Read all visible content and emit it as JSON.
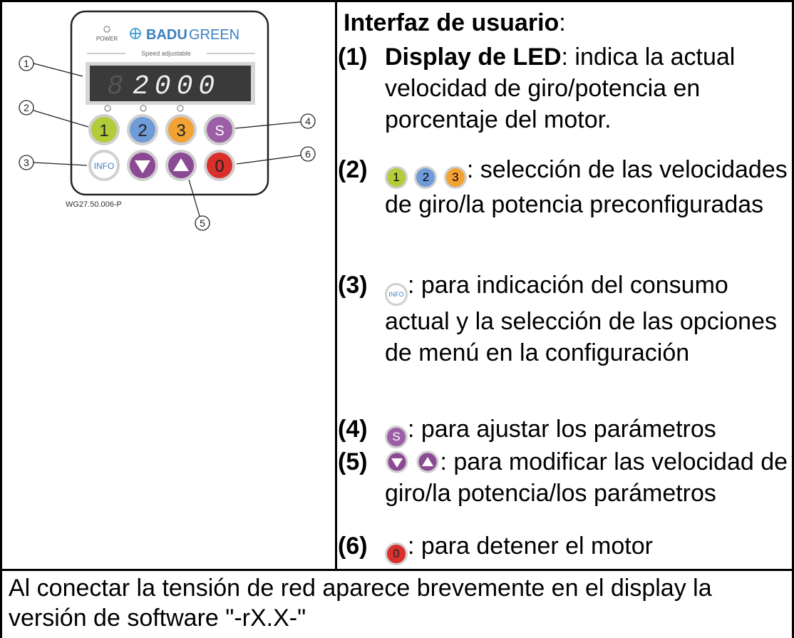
{
  "device": {
    "power_label": "POWER",
    "brand_bold": "BADU",
    "brand_light": "GREEN",
    "speed_label": "Speed adjustable",
    "display_digits": "2000",
    "model": "WG27.50.006-P",
    "callouts": [
      "1",
      "2",
      "3",
      "4",
      "5",
      "6"
    ],
    "buttons": {
      "b1": "1",
      "b2": "2",
      "b3": "3",
      "bs": "S",
      "info": "INFO",
      "b0": "0"
    },
    "colors": {
      "btn1": "#b2cc3a",
      "btn2": "#6f9bd9",
      "btn3": "#f2a233",
      "btnS": "#9b5ea7",
      "btnInfo": "#ffffff",
      "btnArrow": "#8b4a93",
      "btn0": "#d9302c"
    }
  },
  "heading": {
    "bold": "Interfaz de usuario",
    "rest": ":"
  },
  "items": [
    {
      "num": "(1)",
      "bold": "Display de LED",
      "text": ": indica la actual velocidad de giro/potencia en porcentaje del motor."
    },
    {
      "num": "(2)",
      "icons": [
        "1",
        "2",
        "3"
      ],
      "text": ": selección de las velocidades de giro/la potencia preconfiguradas"
    },
    {
      "num": "(3)",
      "icon": "INFO",
      "text": ": para indicación del consumo actual y la selección de las opciones de menú en la configuración"
    },
    {
      "num": "(4)",
      "icon": "S",
      "text": ": para ajustar los parámetros"
    },
    {
      "num": "(5)",
      "text": ": para modificar las velocidad de giro/la potencia/los parámetros"
    },
    {
      "num": "(6)",
      "icon": "0",
      "text": ": para detener el motor"
    }
  ],
  "footer": "Al conectar la tensión de red aparece brevemente en el display la versión de software \"-rX.X-\""
}
